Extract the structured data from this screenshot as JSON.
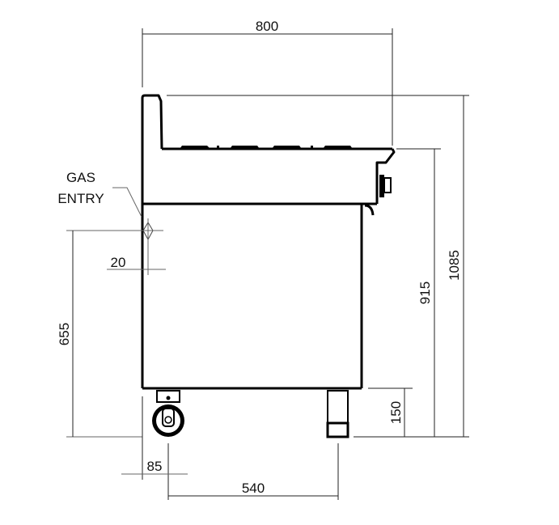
{
  "drawing": {
    "dimensions": {
      "width_top": "800",
      "overall_height": "1085",
      "worktop_height": "915",
      "leg_height": "150",
      "gas_entry_height": "655",
      "gas_entry_offset": "20",
      "caster_offset": "85",
      "leg_spacing": "540"
    },
    "labels": {
      "gas_entry_line1": "GAS",
      "gas_entry_line2": "ENTRY"
    }
  }
}
